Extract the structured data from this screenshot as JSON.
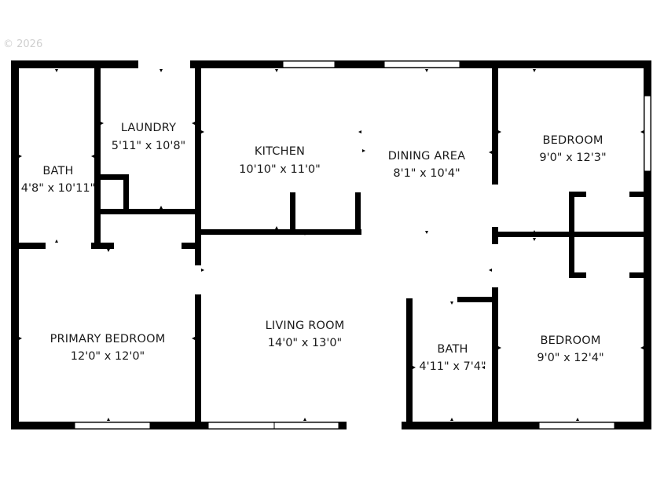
{
  "copyright": "© 2026",
  "rooms": {
    "bath_left": {
      "name": "BATH",
      "dims": "4'8\" x 10'11\""
    },
    "laundry": {
      "name": "LAUNDRY",
      "dims": "5'11\" x 10'8\""
    },
    "kitchen": {
      "name": "KITCHEN",
      "dims": "10'10\" x 11'0\""
    },
    "dining": {
      "name": "DINING AREA",
      "dims": "8'1\" x 10'4\""
    },
    "bedroom_top": {
      "name": "BEDROOM",
      "dims": "9'0\" x 12'3\""
    },
    "primary": {
      "name": "PRIMARY BEDROOM",
      "dims": "12'0\" x 12'0\""
    },
    "living": {
      "name": "LIVING ROOM",
      "dims": "14'0\" x 13'0\""
    },
    "bath_center": {
      "name": "BATH",
      "dims": "4'11\" x 7'4\""
    },
    "bedroom_bottom": {
      "name": "BEDROOM",
      "dims": "9'0\" x 12'4\""
    }
  },
  "colors": {
    "wall": "#000000",
    "background": "#ffffff",
    "window": "#ffffff"
  }
}
